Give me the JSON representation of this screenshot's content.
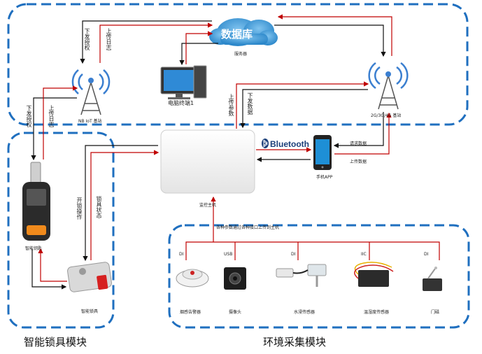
{
  "server": {
    "cloud_label": "数据库",
    "caption": "服务器"
  },
  "nb_station": {
    "caption": "NB IoT 基站"
  },
  "mobile_station": {
    "caption": "2G/3G/4G 基站"
  },
  "pc": {
    "caption": "电脑终端1"
  },
  "host": {
    "caption": "监控主机"
  },
  "phone": {
    "caption": "手机APP"
  },
  "bluetooth": {
    "label": "Bluetooth"
  },
  "key": {
    "caption": "智能钥匙"
  },
  "lock": {
    "caption": "智能锁具"
  },
  "arrows": {
    "nb_down": "下发授权",
    "nb_up": "上传日志",
    "key_down": "下发授权",
    "key_up": "上传日志",
    "mobile_up": "上传参数",
    "mobile_down": "下发数据",
    "phone_request": "请求数据",
    "phone_upload": "上传数据",
    "lock_open": "开锁操作",
    "lock_state": "锁具状态",
    "sensors_to_host": "各种参数通过各种接口上传到主机"
  },
  "sensors": [
    {
      "iface": "DI",
      "caption": "烟感告警器"
    },
    {
      "iface": "USB",
      "caption": "摄像头"
    },
    {
      "iface": "DI",
      "caption": "水浸传感器"
    },
    {
      "iface": "IIC",
      "caption": "温湿度传感器"
    },
    {
      "iface": "DI",
      "caption": "门磁"
    }
  ],
  "modules": {
    "lock_module": "智能锁具模块",
    "env_module": "环境采集模块"
  },
  "colors": {
    "dash_border": "#1f6fbf",
    "up_arrow": "#c00000",
    "down_arrow": "#111111"
  }
}
